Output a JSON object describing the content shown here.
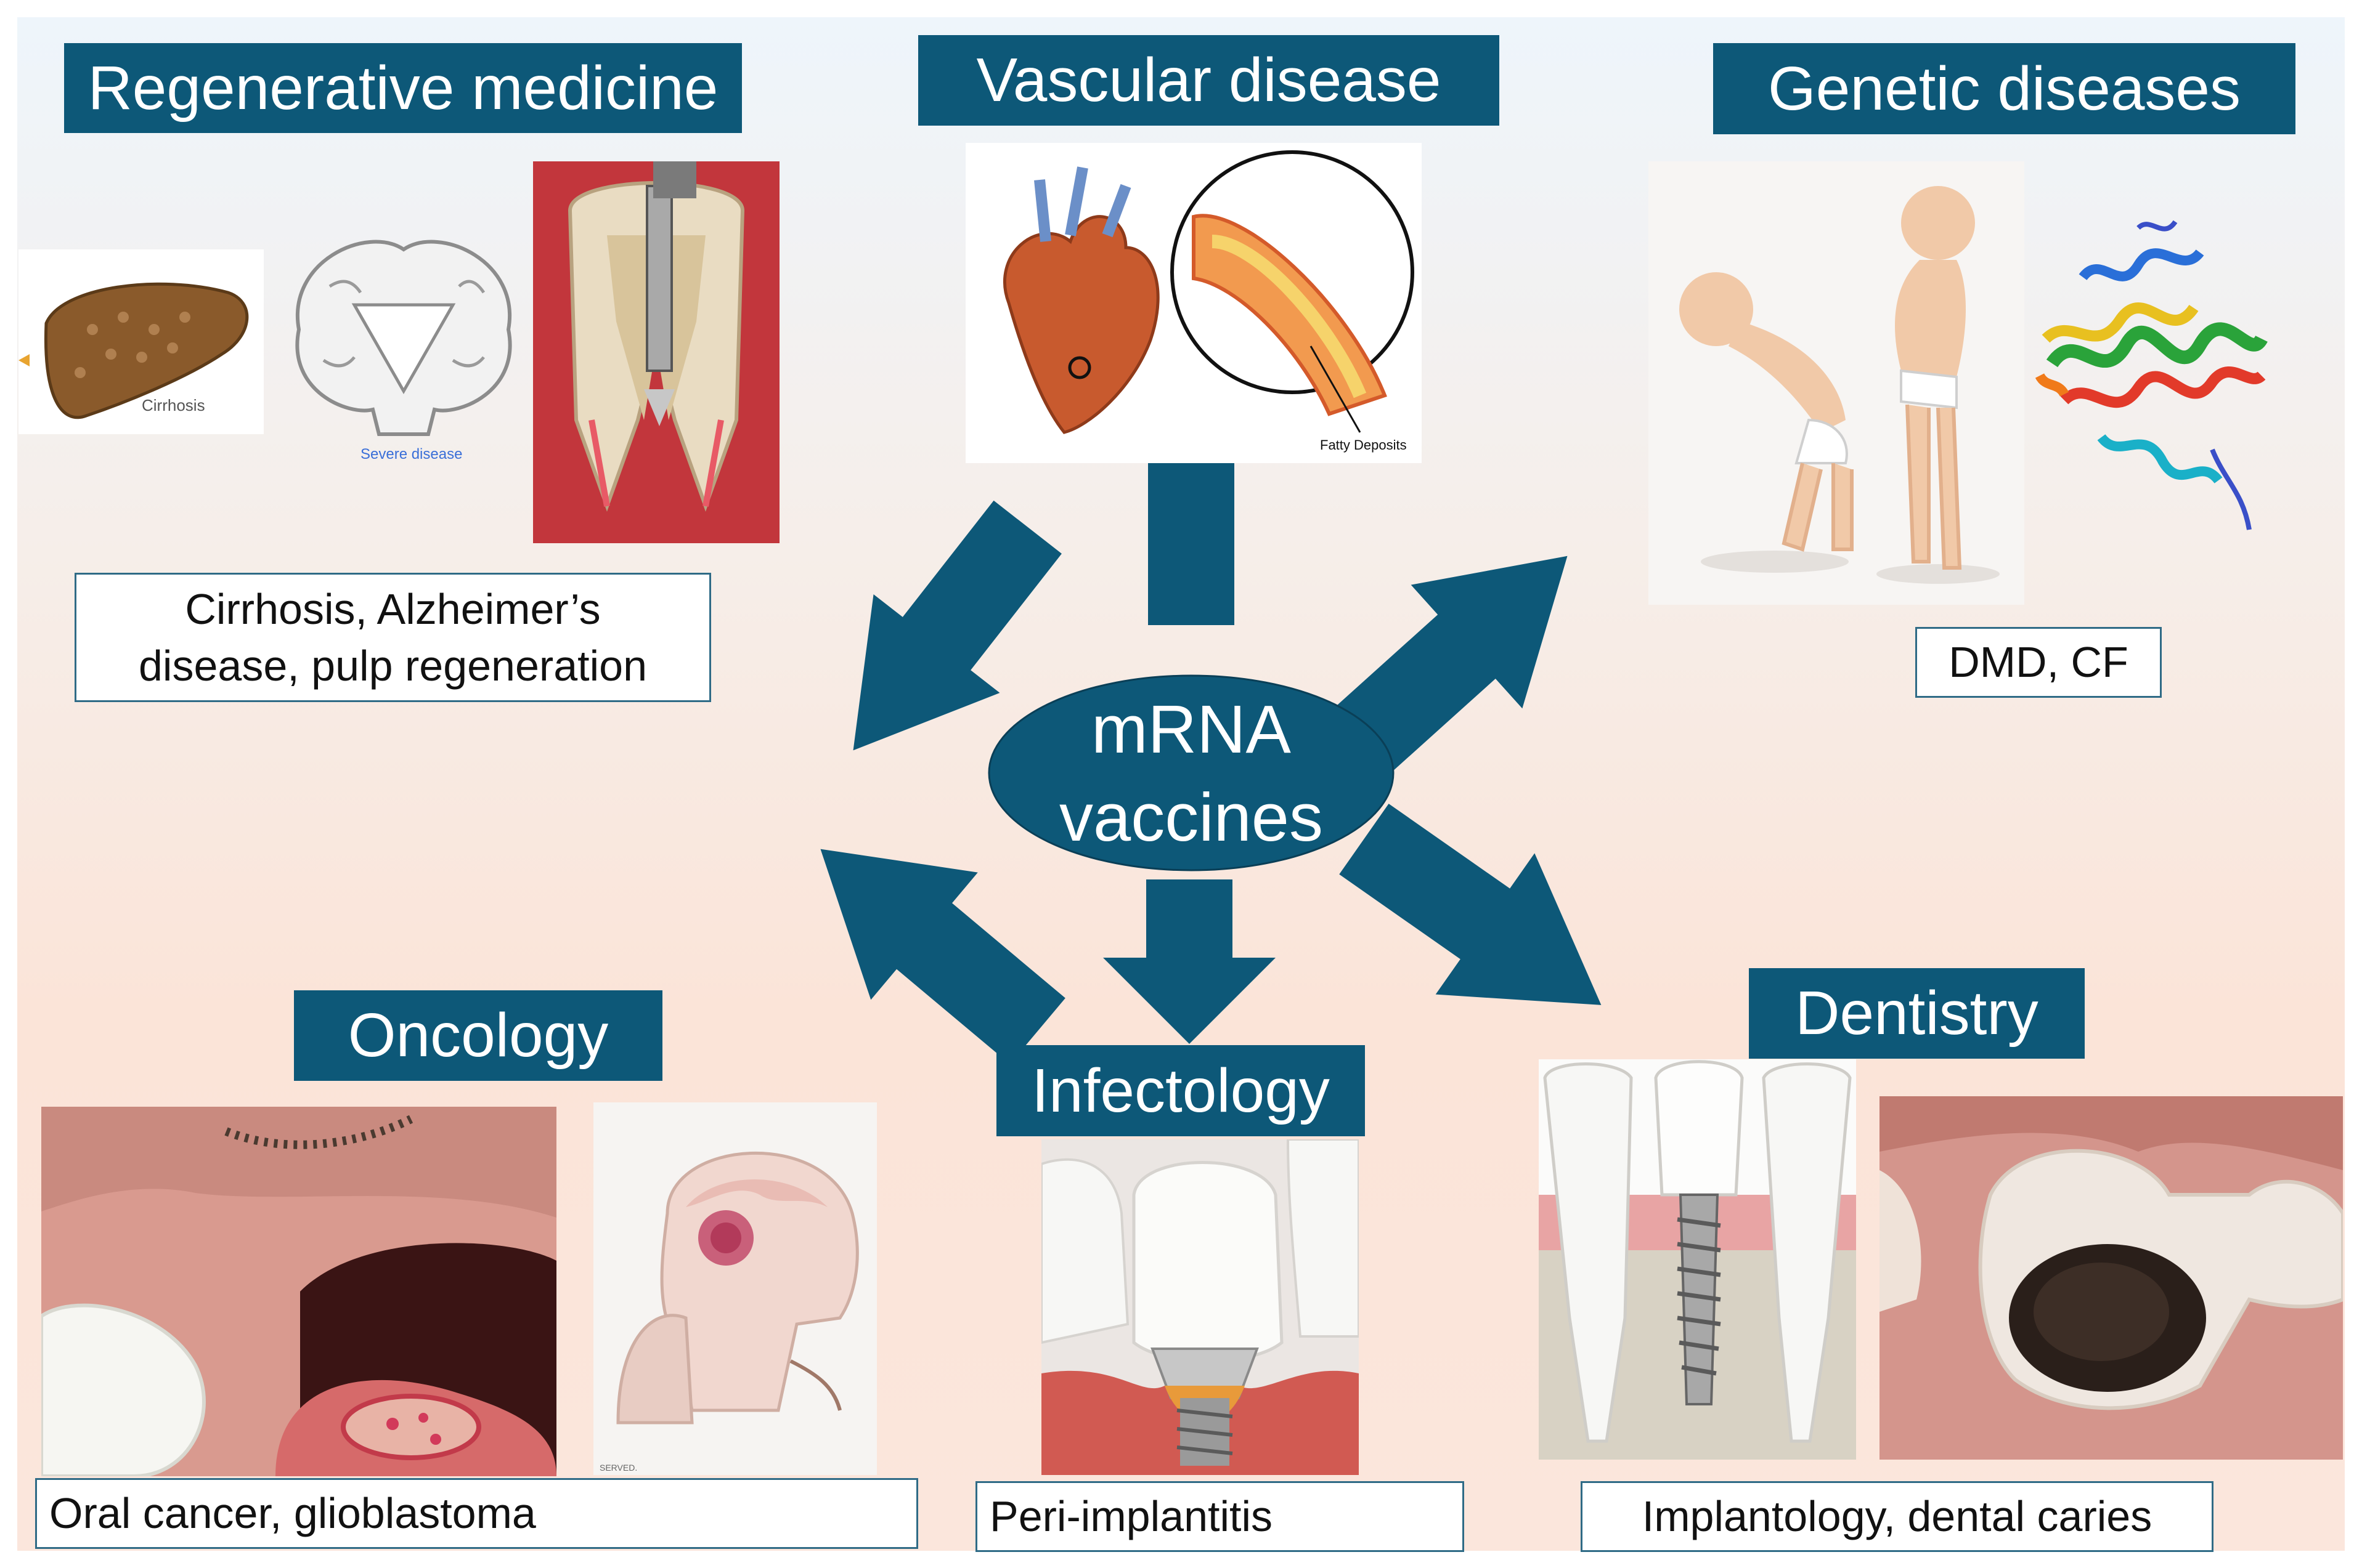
{
  "center": {
    "line1": "mRNA",
    "line2": "vaccines"
  },
  "colors": {
    "accent": "#0d5878",
    "caption_border": "#2f6b86"
  },
  "categories": {
    "regenerative": {
      "title": "Regenerative medicine",
      "caption_line1": "Cirrhosis, Alzheimer’s",
      "caption_line2": "disease, pulp regeneration",
      "image_labels": [
        "Cirrhosis",
        "Severe disease"
      ]
    },
    "vascular": {
      "title": "Vascular disease",
      "image_labels": [
        "Fatty Deposits"
      ]
    },
    "genetic": {
      "title": "Genetic diseases",
      "caption": "DMD, CF"
    },
    "oncology": {
      "title": "Oncology",
      "caption": "Oral cancer, glioblastoma",
      "image_labels": [
        "SERVED."
      ]
    },
    "infectology": {
      "title": "Infectology",
      "caption": "Peri-implantitis"
    },
    "dentistry": {
      "title": "Dentistry",
      "caption": "Implantology, dental caries"
    }
  },
  "images": [
    "liver-icon",
    "brain-section-icon",
    "root-canal-icon",
    "heart-artery-icon",
    "child-posture-icon",
    "protein-structure-icon",
    "oral-cancer-icon",
    "headache-tumor-icon",
    "peri-implant-icon",
    "dental-implant-icon",
    "dental-caries-icon"
  ]
}
